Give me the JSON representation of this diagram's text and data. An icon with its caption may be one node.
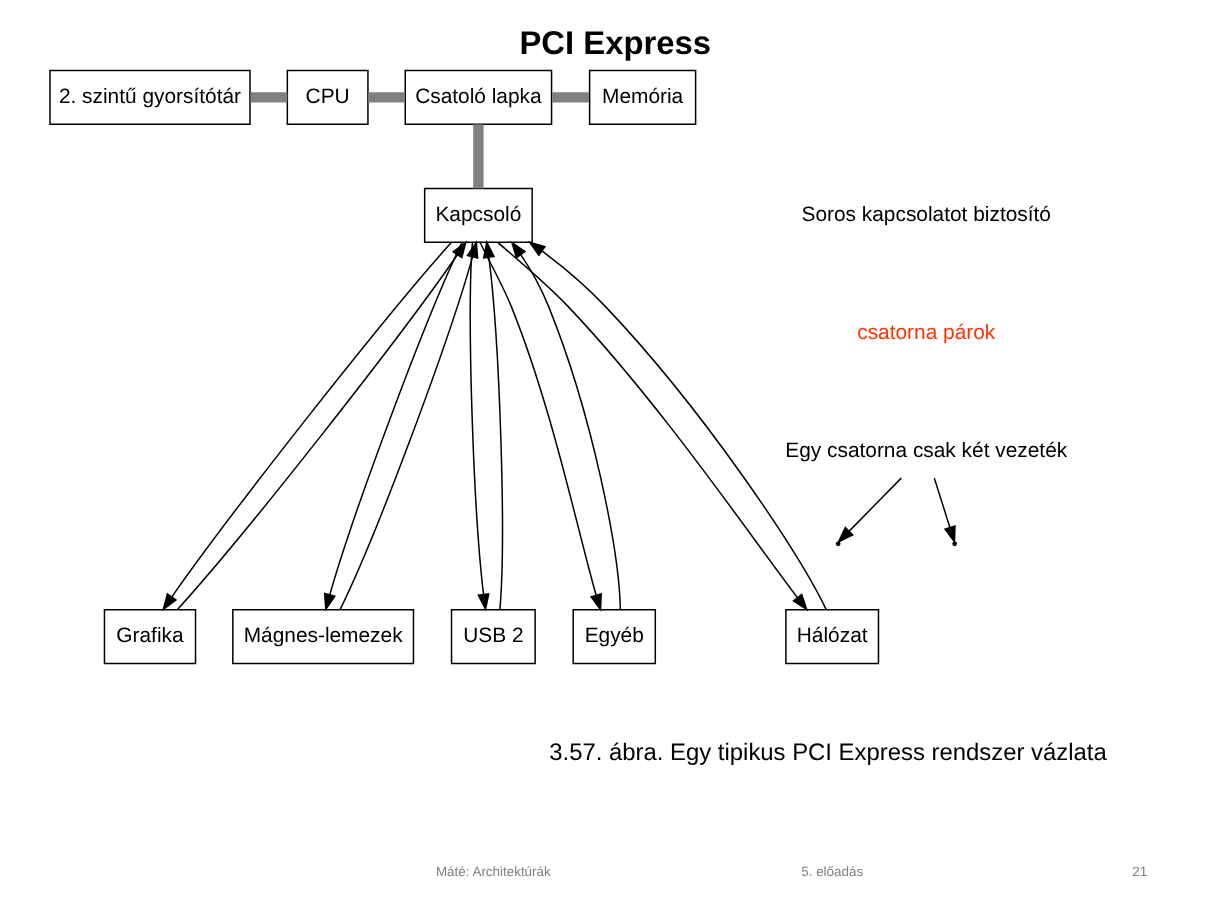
{
  "diagram": {
    "title": "PCI Express",
    "caption": "3.57. ábra. Egy tipikus PCI Express rendszer vázlata",
    "nodes": [
      {
        "text": [
          "2. szintű gyorsítótár"
        ]
      },
      {
        "text": [
          "CPU"
        ]
      },
      {
        "text": [
          "Csatoló lapka"
        ]
      },
      {
        "text": [
          "Memória"
        ]
      },
      {
        "text": [
          "Kapcsoló"
        ]
      },
      {
        "text": [
          "Grafika"
        ]
      },
      {
        "text": [
          "Mágnes-lemezek"
        ]
      },
      {
        "text": [
          "Hálózat"
        ]
      },
      {
        "text": [
          "USB 2"
        ]
      },
      {
        "text": [
          "Egyéb"
        ]
      },
      {
        "text": [
          "Egy csatorna csak két vezeték"
        ]
      }
    ],
    "edges": [
      {
        "from": 0,
        "to": 1,
        "arrow": "none",
        "style": "thick",
        "color": "#808080"
      },
      {
        "from": 1,
        "to": 2,
        "arrow": "none",
        "style": "thick",
        "color": "#808080"
      },
      {
        "from": 2,
        "to": 3,
        "arrow": "none",
        "style": "thick",
        "color": "#808080"
      },
      {
        "from": 2,
        "to": 4,
        "arrow": "none",
        "style": "thick",
        "color": "#808080"
      },
      {
        "from": 4,
        "to": 5,
        "arrow": "to"
      },
      {
        "from": 5,
        "to": 4,
        "arrow": "to"
      },
      {
        "from": 4,
        "to": 6,
        "arrow": "to"
      },
      {
        "from": 6,
        "to": 4,
        "arrow": "to"
      },
      {
        "from": 4,
        "to": 7,
        "arrow": "to"
      },
      {
        "from": 7,
        "to": 4,
        "arrow": "to"
      },
      {
        "from": 4,
        "to": 8,
        "arrow": "to"
      },
      {
        "from": 8,
        "to": 4,
        "arrow": "to"
      },
      {
        "from": 4,
        "to": 9,
        "arrow": "to"
      },
      {
        "from": 9,
        "to": 4,
        "arrow": "to"
      },
      {
        "from": 10,
        "to": null,
        "arrow": "to"
      },
      {
        "from": 10,
        "to": null,
        "arrow": "to"
      }
    ],
    "labels": [
      "Soros kapcsolatot biztosító",
      "csatorna párok",
      "Máté: Architektúrák",
      "5. előadás",
      "21"
    ]
  }
}
